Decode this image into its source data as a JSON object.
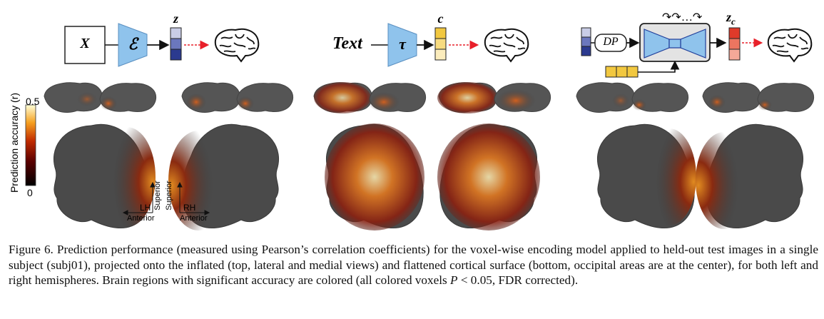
{
  "diagram": {
    "panel1": {
      "input": "X",
      "encoder": "ℰ",
      "latent": "z"
    },
    "panel2": {
      "input": "Text",
      "encoder": "τ",
      "latent": "c"
    },
    "panel3": {
      "dp": "DP",
      "latent": "z",
      "latent_sub": "c",
      "loop": "↷↷…↷"
    }
  },
  "maps": {
    "colorbar": {
      "max": "0.5",
      "min": "0",
      "label": "Prediction accuracy (r)"
    },
    "axes": {
      "lh": "LH",
      "rh": "RH",
      "superior": "Superior",
      "anterior": "Anterior"
    }
  },
  "caption": {
    "text": "Figure 6. Prediction performance (measured using Pearson’s correlation coefficients) for the voxel-wise encoding model applied to held-out test images in a single subject (subj01), projected onto the inflated (top, lateral and medial views) and flattened cortical surface (bottom, occipital areas are at the center), for both left and right hemispheres. Brain regions with significant accuracy are colored (all colored voxels",
    "p_sym": "P",
    "p_rest": " < 0.05, FDR corrected)."
  },
  "colors": {
    "latent_blue": "#2b3a8f",
    "latent_yellow": "#f2c840",
    "latent_red": "#e03a2a",
    "arrow_red": "#e8202a",
    "encoder_blue": "#8fc3ec"
  }
}
